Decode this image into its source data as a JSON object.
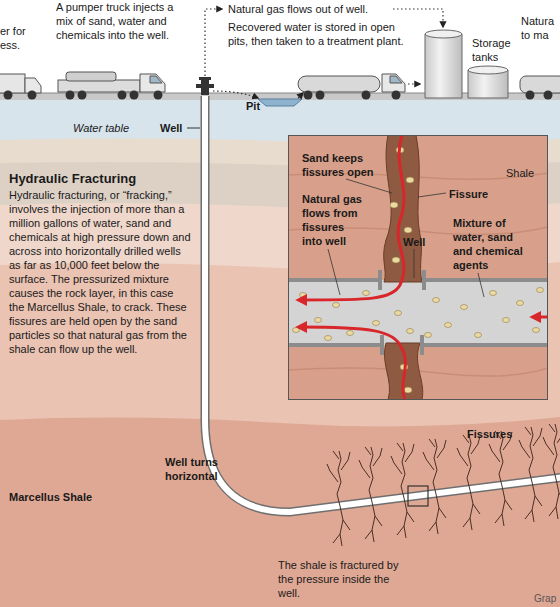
{
  "diagram": {
    "title": "Hydraulic Fracturing",
    "nodes": [
      {
        "text": [
          "Sand keeps fissures open",
          "Shale",
          "Fissure",
          "Natural gas flows from fissures into well",
          "Well",
          "Mixture of water, sand and chemical agents"
        ]
      }
    ],
    "labels": [
      "er for ess.",
      "A pumper truck injects a mix of sand, water and chemicals into the well.",
      "Natural gas flows out of well.",
      "Recovered water is stored in open pits, then taken to a treatment plant.",
      "Storage tanks",
      "Natura to ma",
      "Water table",
      "Well",
      "Pit",
      "Hydraulic fracturing, or “fracking,” involves the injection of more than a million gallons of water, sand and chemicals at high pressure down and across into horizontally drilled wells as far as 10,000 feet below the surface. The pressurized mixture causes the rock layer, in this case the Marcellus Shale, to crack. These fissures are held open by the sand particles so that natural gas from the shale can flow up the well.",
      "Marcellus Shale",
      "Well turns horizontal",
      "Fissures",
      "The shale is fractured by the pressure inside the well.",
      "Grap"
    ]
  }
}
